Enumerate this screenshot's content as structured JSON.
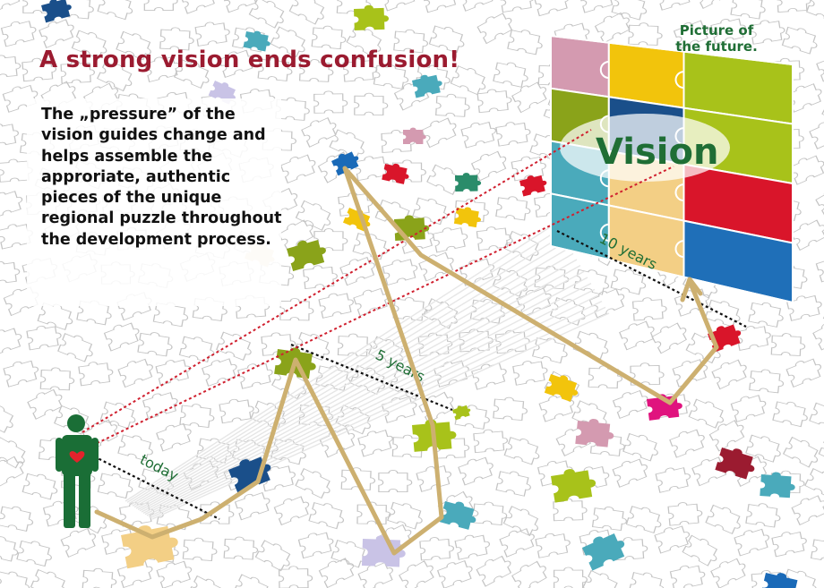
{
  "title": "A strong vision ends confusion!",
  "description": "The „pressure” of the vision guides change and helps assemble the approriate, authentic pieces of the unique regional puzzle throughout the development process.",
  "future_label_line1": "Picture of",
  "future_label_line2": "the future.",
  "vision_label": "Vision",
  "milestones": {
    "today": "today",
    "five_years": "5 years",
    "ten_years": "10 years"
  },
  "colors": {
    "title": "#9b1b30",
    "dark_green": "#1f6e35",
    "path": "#cdb070",
    "sightline": "#d0202f",
    "figure": "#1a6e36",
    "heart": "#e3232c",
    "puzzle_outline": "#c4c4c4"
  },
  "vision_grid_colors": [
    [
      "#d49ab0",
      "#f2c40c",
      "#a8c21a"
    ],
    [
      "#8aa31a",
      "#1a4f8a",
      "#a8c21a"
    ],
    [
      "#4aaabb",
      "#f3cf85",
      "#d9152a"
    ],
    [
      "#4aaabb",
      "#f3cf85",
      "#1f6fb8"
    ]
  ],
  "icons": [
    "person-icon",
    "heart-icon",
    "puzzle-piece-icon"
  ]
}
